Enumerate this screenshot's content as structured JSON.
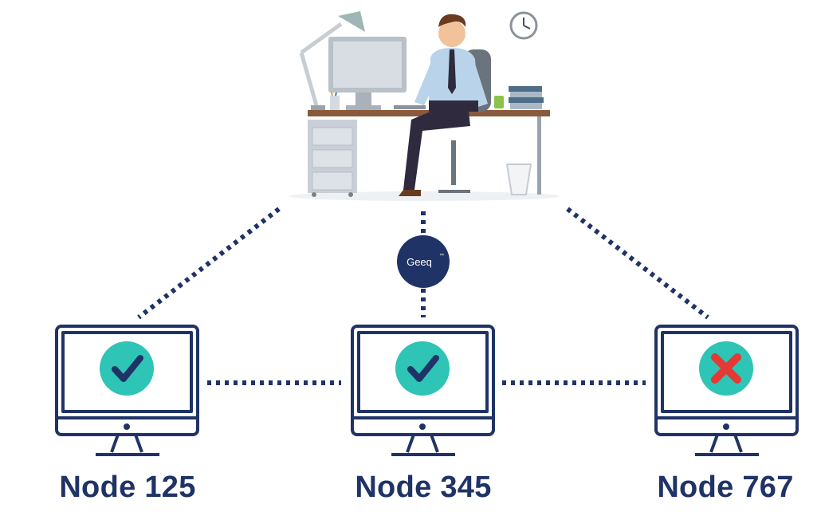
{
  "hub": {
    "badge_label": "Geeq",
    "badge_tm": "™"
  },
  "nodes": [
    {
      "label": "Node 125",
      "status": "valid",
      "status_icon": "check-icon"
    },
    {
      "label": "Node 345",
      "status": "valid",
      "status_icon": "check-icon"
    },
    {
      "label": "Node 767",
      "status": "invalid",
      "status_icon": "cross-icon"
    }
  ],
  "colors": {
    "navy": "#1f3366",
    "teal": "#2ec4b6",
    "error_red": "#e53935",
    "shirt": "#b9d3ea",
    "desk": "#8a5a3c"
  }
}
